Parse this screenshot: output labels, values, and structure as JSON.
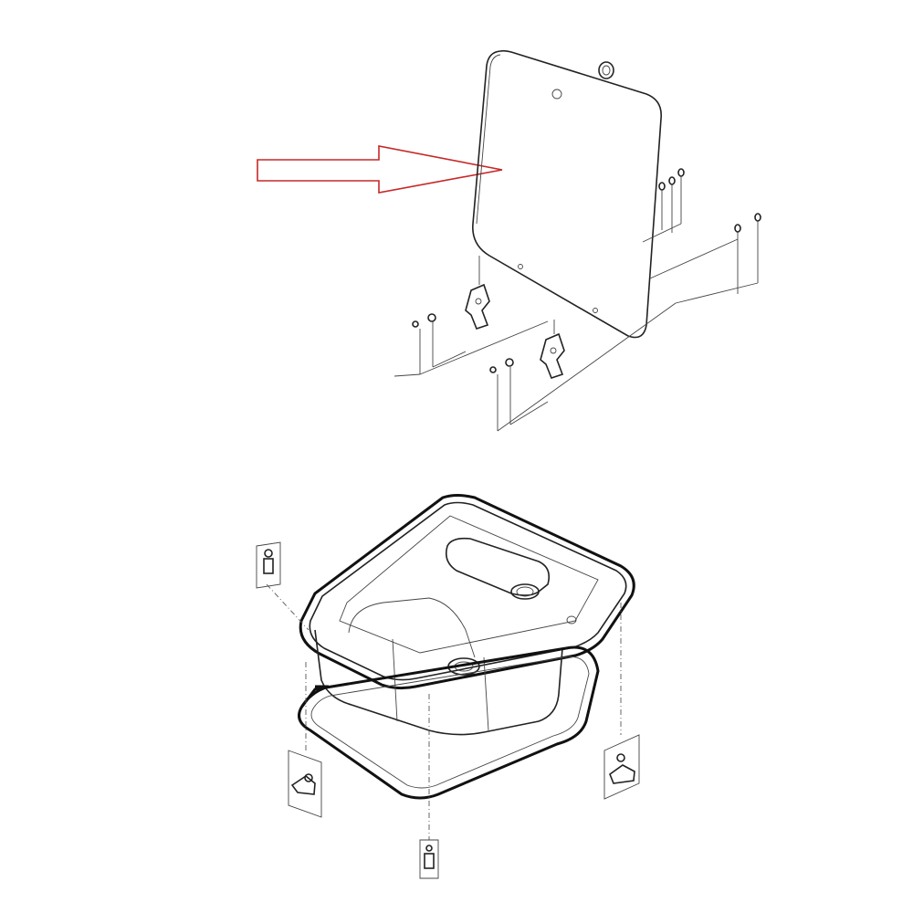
{
  "colors": {
    "arrow": "#c62828",
    "line": "#222222",
    "background": "#ffffff"
  },
  "diagram": {
    "parts": [
      "glass-lid",
      "lid-hinges",
      "screws-washers",
      "sink-basin",
      "gasket-seal",
      "mounting-clips"
    ],
    "highlighted_part": "glass-lid"
  }
}
